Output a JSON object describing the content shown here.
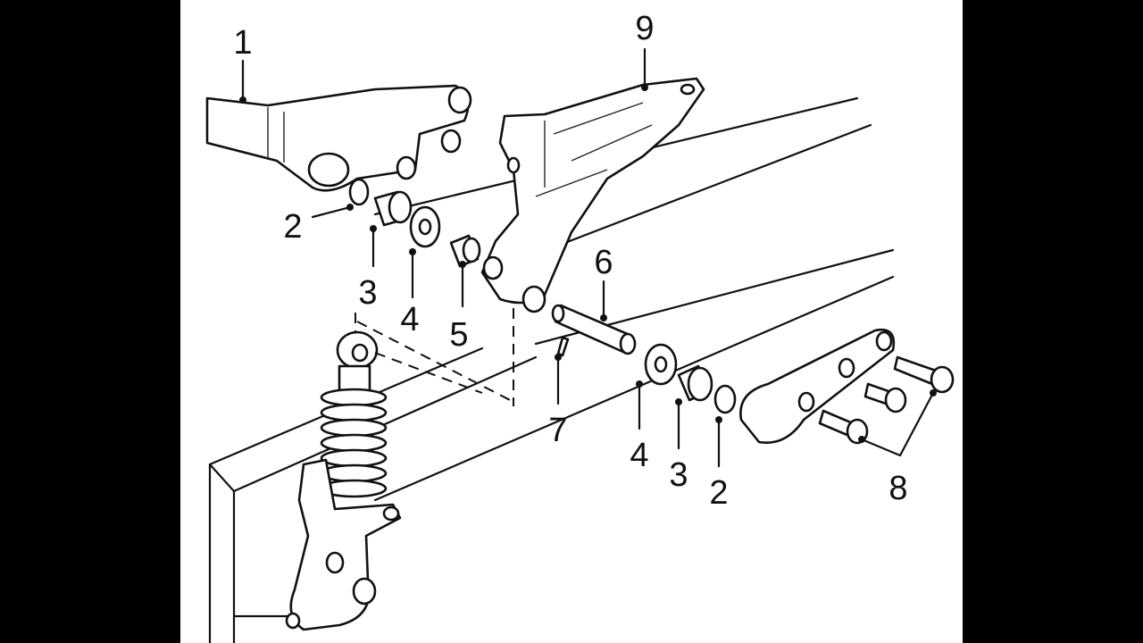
{
  "diagram": {
    "type": "exploded-parts-view",
    "callouts": [
      {
        "id": "c1",
        "label": "1"
      },
      {
        "id": "c2a",
        "label": "2"
      },
      {
        "id": "c3a",
        "label": "3"
      },
      {
        "id": "c4a",
        "label": "4"
      },
      {
        "id": "c5",
        "label": "5"
      },
      {
        "id": "c6",
        "label": "6"
      },
      {
        "id": "c7",
        "label": "7"
      },
      {
        "id": "c4b",
        "label": "4"
      },
      {
        "id": "c3b",
        "label": "3"
      },
      {
        "id": "c2b",
        "label": "2"
      },
      {
        "id": "c8",
        "label": "8"
      },
      {
        "id": "c9",
        "label": "9"
      }
    ]
  }
}
